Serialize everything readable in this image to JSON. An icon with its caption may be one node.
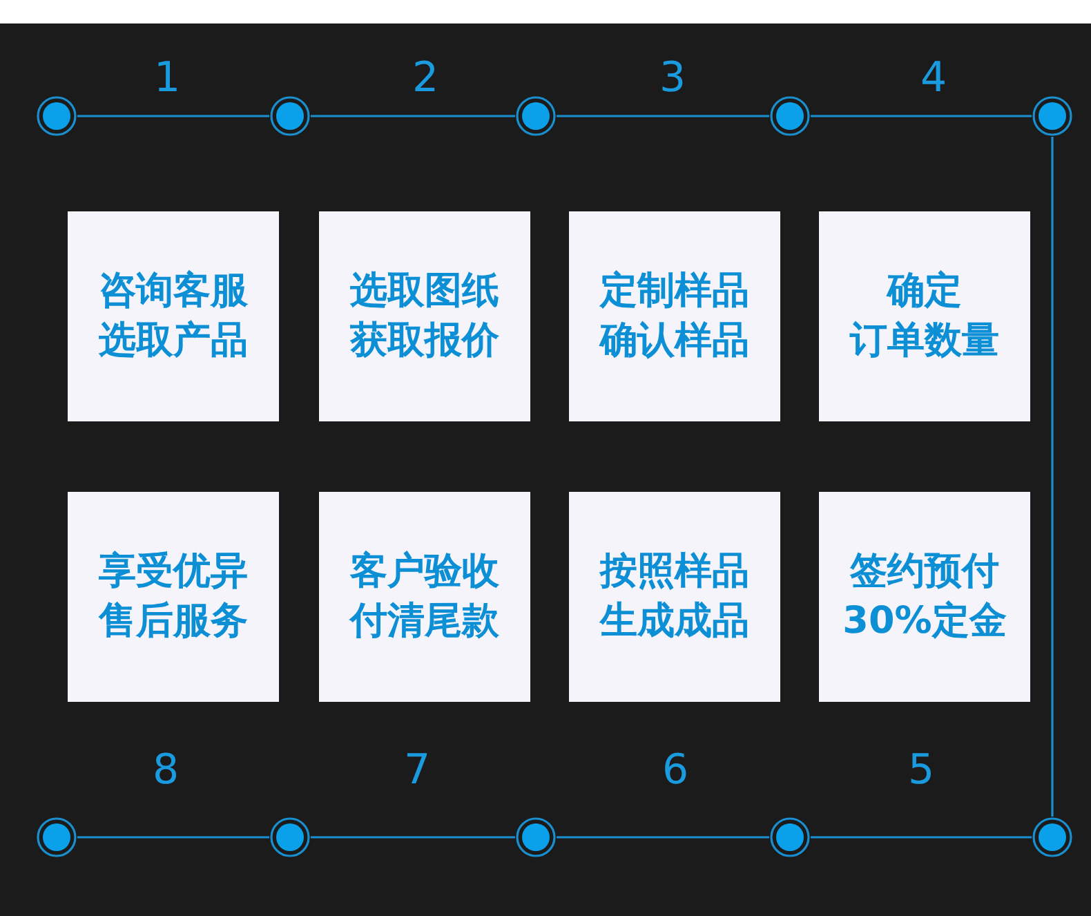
{
  "diagram": {
    "nodes": [
      {
        "text": [
          "咨询客服",
          "选取产品"
        ]
      },
      {
        "text": [
          "选取图纸",
          "获取报价"
        ]
      },
      {
        "text": [
          "定制样品",
          "确认样品"
        ]
      },
      {
        "text": [
          "确定",
          "订单数量"
        ]
      },
      {
        "text": [
          "享受优异",
          "售后服务"
        ]
      },
      {
        "text": [
          "客户验收",
          "付清尾款"
        ]
      },
      {
        "text": [
          "按照样品",
          "生成成品"
        ]
      },
      {
        "text": [
          "签约预付",
          "30%定金"
        ]
      },
      {
        "text": [],
        "shape": "circle"
      },
      {
        "text": [],
        "shape": "circle"
      },
      {
        "text": [],
        "shape": "circle"
      },
      {
        "text": [],
        "shape": "circle"
      },
      {
        "text": [],
        "shape": "circle"
      },
      {
        "text": [],
        "shape": "circle"
      },
      {
        "text": [],
        "shape": "circle"
      },
      {
        "text": [],
        "shape": "circle"
      },
      {
        "text": [],
        "shape": "circle"
      },
      {
        "text": [],
        "shape": "circle"
      }
    ],
    "edges": [
      {
        "from": 8,
        "to": 9,
        "arrow": "none"
      },
      {
        "from": 9,
        "to": 10,
        "arrow": "none"
      },
      {
        "from": 10,
        "to": 11,
        "arrow": "none"
      },
      {
        "from": 11,
        "to": 12,
        "arrow": "none"
      },
      {
        "from": 12,
        "to": 17,
        "arrow": "none"
      },
      {
        "from": 17,
        "to": 16,
        "arrow": "none"
      },
      {
        "from": 16,
        "to": 15,
        "arrow": "none"
      },
      {
        "from": 15,
        "to": 14,
        "arrow": "none"
      },
      {
        "from": 14,
        "to": 13,
        "arrow": "none"
      }
    ],
    "labels": [
      "1",
      "2",
      "3",
      "4",
      "8",
      "7",
      "6",
      "5"
    ]
  }
}
